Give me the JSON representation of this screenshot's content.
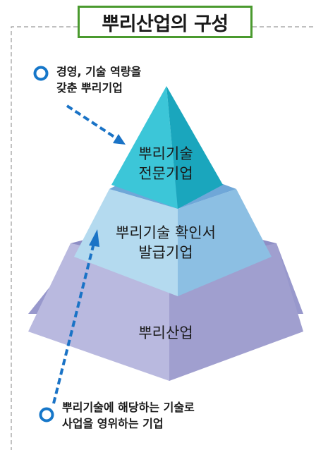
{
  "title": "뿌리산업의 구성",
  "tiers": [
    {
      "line1": "뿌리기술",
      "line2": "전문기업"
    },
    {
      "line1": "뿌리기술 확인서",
      "line2": "발급기업"
    },
    {
      "line1": "뿌리산업",
      "line2": ""
    }
  ],
  "callouts": [
    {
      "line1": "경영, 기술 역량을",
      "line2": "갖춘 뿌리기업"
    },
    {
      "line1": "뿌리기술에 해당하는 기술로",
      "line2": "사업을 영위하는 기업"
    }
  ],
  "colors": {
    "title_border": "#4a9a2e",
    "top_front": "#3cc6d8",
    "top_side": "#1aa6bd",
    "mid_front": "#b4daef",
    "mid_side": "#8cbfe3",
    "bottom_front": "#b9b9df",
    "bottom_side": "#a09fcf",
    "bullet": "#1677c9",
    "arrow": "#1a73c6"
  }
}
